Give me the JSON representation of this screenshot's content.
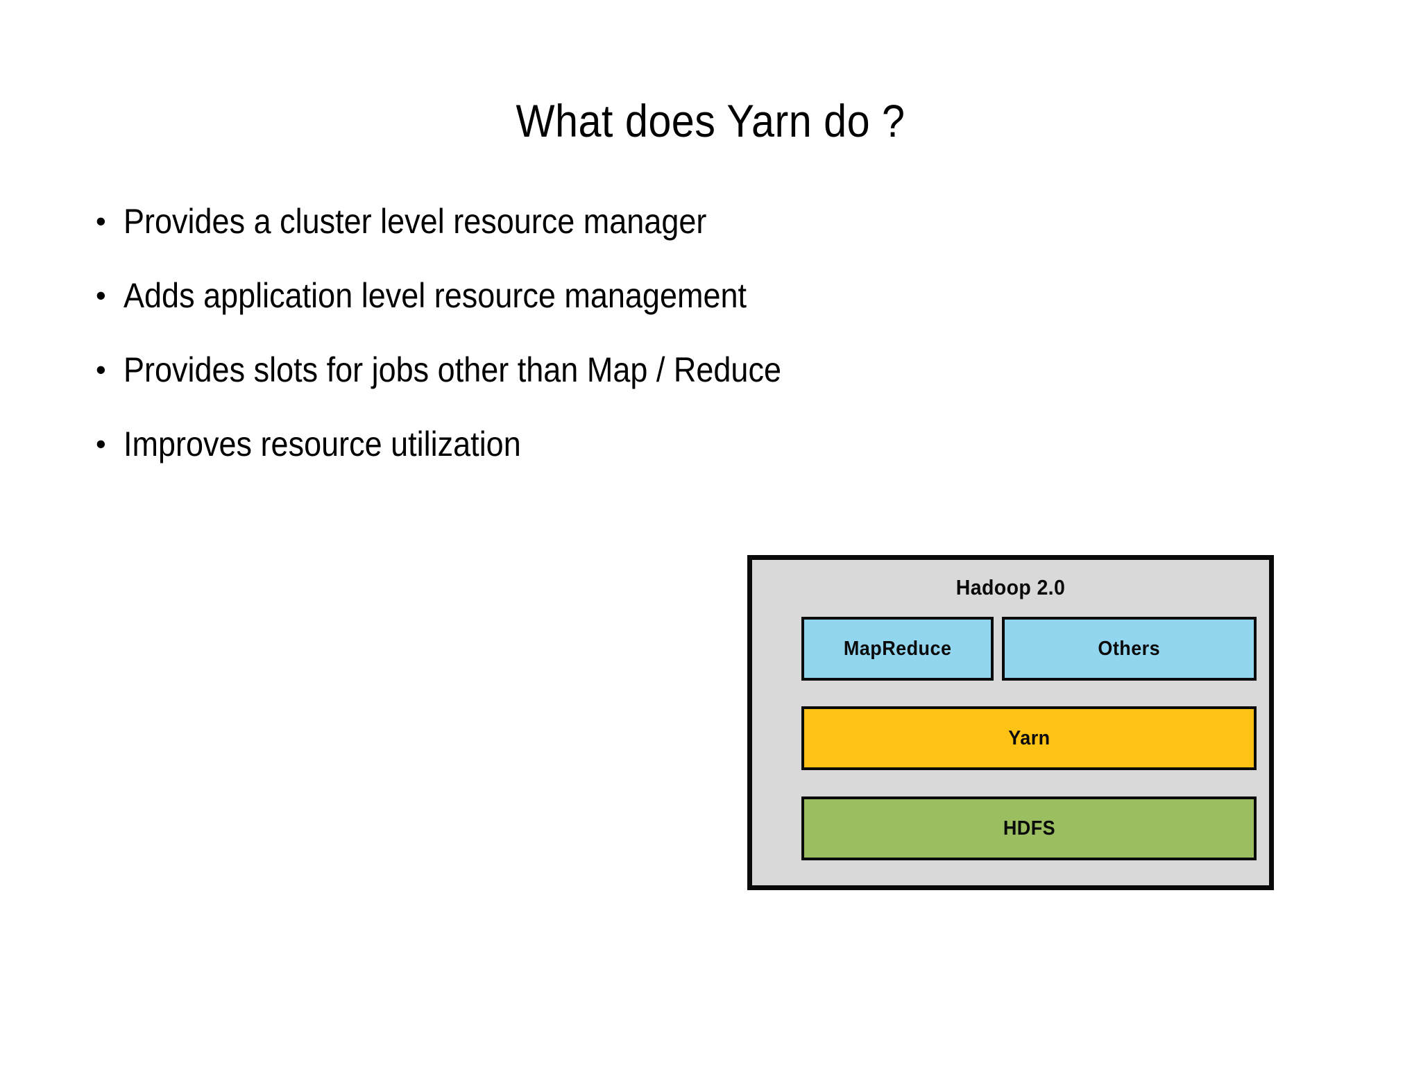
{
  "slide": {
    "title": "What does Yarn do ?",
    "background_color": "#ffffff",
    "text_color": "#000000",
    "bullets": [
      {
        "marker": "•",
        "text": "Provides a cluster level resource manager"
      },
      {
        "marker": "•",
        "text": "Adds application level resource management"
      },
      {
        "marker": "•",
        "text": "Provides slots for jobs other than Map / Reduce"
      },
      {
        "marker": "•",
        "text": "Improves resource utilization"
      }
    ]
  },
  "diagram": {
    "caption": "Hadoop 2.0",
    "container_color": "#d9d9d9",
    "border_color": "#0a0a0a",
    "layers": [
      {
        "label": "MapReduce",
        "color": "#92d5ee"
      },
      {
        "label": "Others",
        "color": "#92d5ee"
      },
      {
        "label": "Yarn",
        "color": "#fdc214"
      },
      {
        "label": "HDFS",
        "color": "#9bbe60"
      }
    ]
  }
}
